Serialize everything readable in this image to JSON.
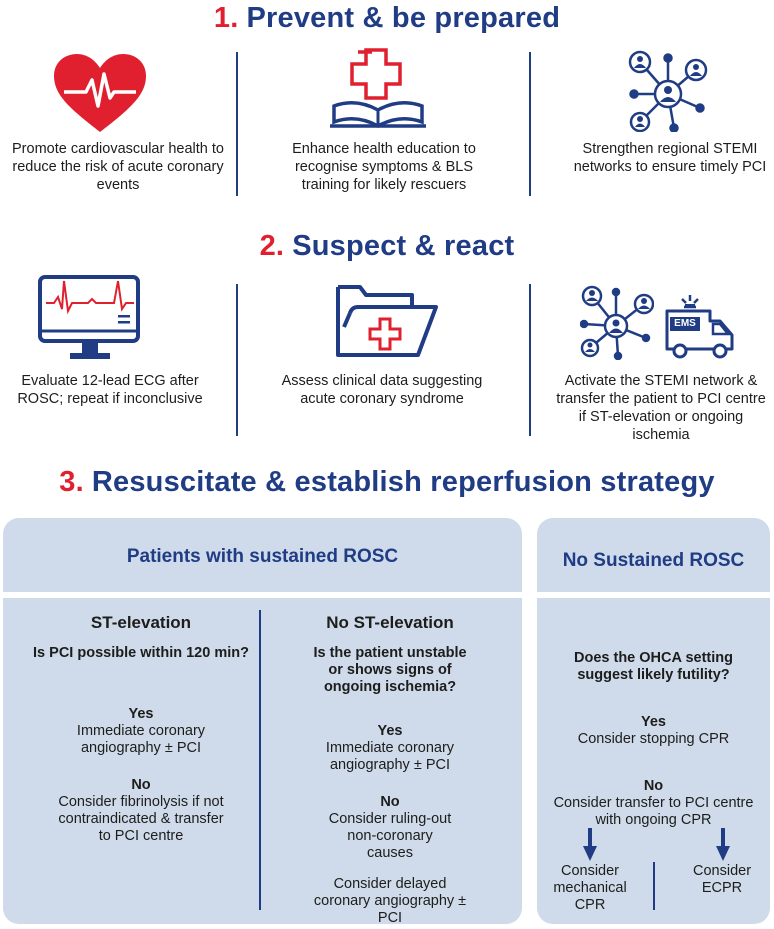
{
  "sections": [
    {
      "number": "1.",
      "title": "Prevent & be prepared"
    },
    {
      "number": "2.",
      "title": "Suspect & react"
    },
    {
      "number": "3.",
      "title": "Resuscitate & establish reperfusion strategy"
    }
  ],
  "row1": [
    {
      "icon": "heart-ecg-icon",
      "text": "Promote cardiovascular health to reduce the risk of acute coronary events"
    },
    {
      "icon": "book-cross-icon",
      "text": "Enhance health education to recognise symptoms & BLS training for likely rescuers"
    },
    {
      "icon": "network-icon",
      "text": "Strengthen regional STEMI networks to ensure timely PCI"
    }
  ],
  "row2": [
    {
      "icon": "ecg-monitor-icon",
      "text": "Evaluate 12-lead ECG after ROSC; repeat if inconclusive"
    },
    {
      "icon": "medical-folder-icon",
      "text": "Assess clinical data suggesting acute coronary syndrome"
    },
    {
      "icon": "network-ambulance-icon",
      "text": "Activate the STEMI network & transfer the patient to PCI centre if ST-elevation or ongoing ischemia",
      "ambulance_label": "EMS"
    }
  ],
  "rosc": {
    "title": "Patients with sustained ROSC",
    "st": {
      "title": "ST-elevation",
      "question": "Is PCI possible within 120 min?",
      "yes": "Yes",
      "yes_text": "Immediate coronary angiography ± PCI",
      "no": "No",
      "no_text": "Consider fibrinolysis if not contraindicated & transfer to PCI centre"
    },
    "nost": {
      "title": "No ST-elevation",
      "question": "Is the patient unstable or shows signs of ongoing ischemia?",
      "yes": "Yes",
      "yes_text": "Immediate coronary angiography ± PCI",
      "no": "No",
      "no_text": "Consider ruling-out non-coronary causes",
      "extra": "Consider delayed coronary angiography ± PCI"
    }
  },
  "norosc": {
    "title": "No Sustained ROSC",
    "question": "Does the OHCA setting suggest likely futility?",
    "yes": "Yes",
    "yes_text": "Consider stopping CPR",
    "no": "No",
    "no_text": "Consider transfer to PCI centre with ongoing CPR",
    "option1": "Consider mechanical CPR",
    "option2": "Consider ECPR"
  },
  "colors": {
    "navy": "#1f3c84",
    "red": "#e0202e",
    "panel": "#cfdbea"
  }
}
